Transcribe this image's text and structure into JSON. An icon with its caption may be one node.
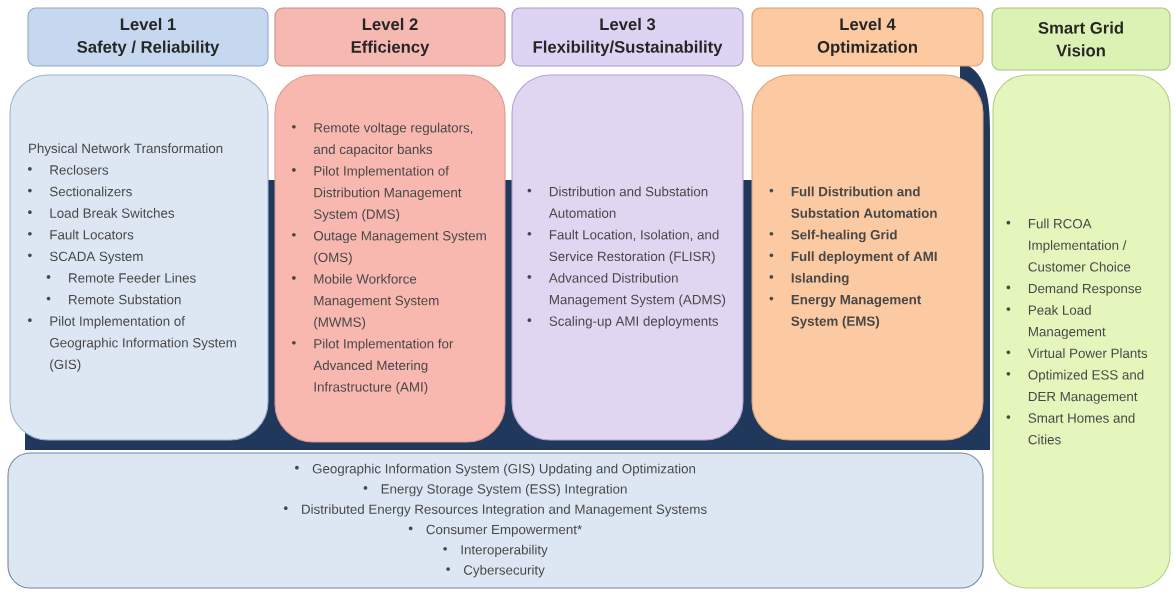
{
  "diagram": {
    "nodes": [
      {
        "text": [
          "Level 1",
          "Safety / Reliability"
        ]
      },
      {
        "text": [
          "Level 2",
          "Efficiency"
        ]
      },
      {
        "text": [
          "Level 3",
          "Flexibility/Sustainability"
        ]
      },
      {
        "text": [
          "Level 4",
          "Optimization"
        ]
      },
      {
        "text": [
          "Smart Grid",
          "Vision"
        ]
      },
      {
        "text": [
          "Physical Network Transformation",
          "Reclosers",
          "Sectionalizers",
          "Load Break Switches",
          "Fault Locators",
          "SCADA System",
          "Remote Feeder Lines",
          "Remote Substation",
          "Pilot Implementation of Geographic Information System (GIS)"
        ]
      },
      {
        "text": [
          "Remote voltage regulators, and capacitor banks",
          "Pilot Implementation of Distribution Management System (DMS)",
          "Outage Management System (OMS)",
          "Mobile Workforce Management System (MWMS)",
          "Pilot Implementation for Advanced Metering Infrastructure (AMI)"
        ]
      },
      {
        "text": [
          "Distribution and Substation Automation",
          "Fault Location, Isolation, and Service Restoration (FLISR)",
          "Advanced Distribution Management System (ADMS)",
          "Scaling-up AMI deployments"
        ]
      },
      {
        "text": [
          "Full Distribution and Substation Automation",
          "Self-healing Grid",
          "Full deployment of AMI",
          "Islanding",
          "Energy Management System (EMS)"
        ]
      },
      {
        "text": [
          "Full RCOA Implementation / Customer Choice",
          "Demand Response",
          "Peak Load Management",
          "Virtual Power Plants",
          "Optimized ESS and DER Management",
          "Smart Homes and Cities"
        ]
      },
      {
        "text": [
          "Geographic Information System (GIS) Updating and Optimization",
          "Energy Storage System (ESS) Integration",
          "Distributed Energy Resources Integration and Management Systems",
          "Consumer Empowerment*",
          "Interoperability",
          "Cybersecurity"
        ]
      }
    ]
  }
}
